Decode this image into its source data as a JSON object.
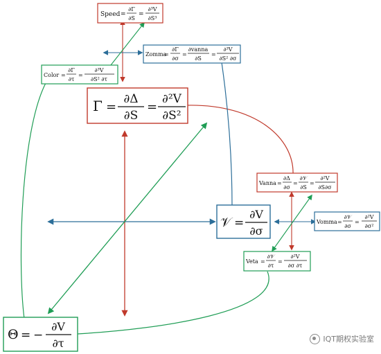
{
  "colors": {
    "red": "#c0392b",
    "green": "#1f9d55",
    "blue": "#2c6e99",
    "text": "#111111"
  },
  "nodes": {
    "speed": {
      "symbol": "Speed",
      "t1n": "∂Γ",
      "t1d": "∂S",
      "t2n": "∂³V",
      "t2d": "∂S³"
    },
    "zomma": {
      "symbol": "Zomma",
      "t1n": "∂Γ",
      "t1d": "∂σ",
      "t2n": "∂vanna",
      "t2d": "∂S",
      "t3n": "∂³V",
      "t3d": "∂S² ∂σ"
    },
    "color": {
      "symbol": "Color",
      "t1n": "∂Γ",
      "t1d": "∂τ",
      "t2n": "∂³V",
      "t2d": "∂S² ∂τ"
    },
    "gamma": {
      "symbol": "Γ",
      "t1n": "∂Δ",
      "t1d": "∂S",
      "t2n": "∂²V",
      "t2d": "∂S²"
    },
    "vega": {
      "symbol": "𝒱",
      "t1n": "∂V",
      "t1d": "∂σ"
    },
    "vanna": {
      "symbol": "Vanna",
      "t1n": "∂Δ",
      "t1d": "∂σ",
      "t2n": "∂𝒱",
      "t2d": "∂S",
      "t3n": "∂²V",
      "t3d": "∂S∂σ"
    },
    "vomma": {
      "symbol": "Vomma",
      "t1n": "∂𝒱",
      "t1d": "∂σ",
      "t2n": "∂²V",
      "t2d": "∂σ²"
    },
    "veta": {
      "symbol": "Veta",
      "t1n": "∂𝒱",
      "t1d": "∂τ",
      "t2n": "∂²V",
      "t2d": "∂σ ∂τ"
    },
    "theta": {
      "symbol": "Θ",
      "sign": "−",
      "t1n": "∂V",
      "t1d": "∂τ"
    }
  },
  "watermark": {
    "text": "IQT期权实验室",
    "icon": "wechat-icon"
  }
}
